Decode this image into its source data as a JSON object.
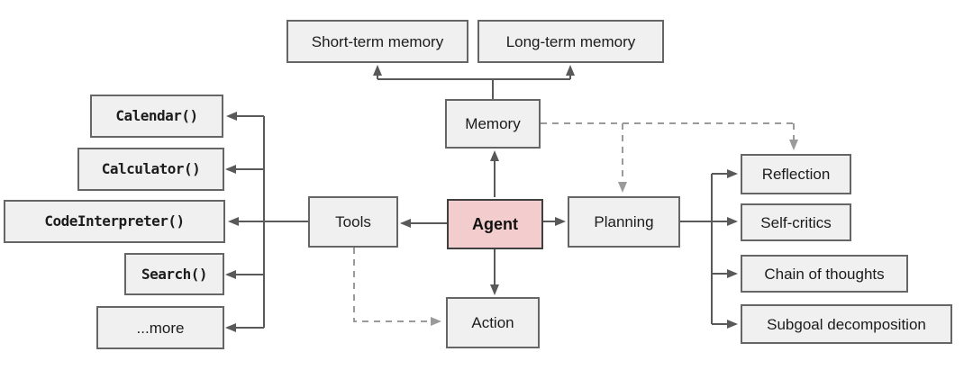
{
  "diagram": {
    "type": "flowchart",
    "background": "#ffffff",
    "colors": {
      "box_fill": "#f0f0f0",
      "box_border": "#666666",
      "agent_fill": "#f3cdcd",
      "agent_border": "#404040",
      "solid_line": "#595959",
      "dashed_line": "#9a9a9a",
      "text": "#1c1c1c"
    },
    "nodes": {
      "short_term_memory": {
        "label": "Short-term memory"
      },
      "long_term_memory": {
        "label": "Long-term memory"
      },
      "memory": {
        "label": "Memory"
      },
      "agent": {
        "label": "Agent"
      },
      "tools": {
        "label": "Tools"
      },
      "planning": {
        "label": "Planning"
      },
      "action": {
        "label": "Action"
      },
      "calendar": {
        "label": "Calendar()"
      },
      "calculator": {
        "label": "Calculator()"
      },
      "code_interpreter": {
        "label": "CodeInterpreter()"
      },
      "search": {
        "label": "Search()"
      },
      "more": {
        "label": "...more"
      },
      "reflection": {
        "label": "Reflection"
      },
      "self_critics": {
        "label": "Self-critics"
      },
      "chain_of_thoughts": {
        "label": "Chain of thoughts"
      },
      "subgoal_decomposition": {
        "label": "Subgoal decomposition"
      }
    },
    "edges": [
      {
        "from": "memory",
        "to": "short_term_memory",
        "style": "solid"
      },
      {
        "from": "memory",
        "to": "long_term_memory",
        "style": "solid"
      },
      {
        "from": "agent",
        "to": "memory",
        "style": "solid"
      },
      {
        "from": "agent",
        "to": "tools",
        "style": "solid"
      },
      {
        "from": "agent",
        "to": "planning",
        "style": "solid"
      },
      {
        "from": "agent",
        "to": "action",
        "style": "solid"
      },
      {
        "from": "tools",
        "to": "calendar",
        "style": "solid"
      },
      {
        "from": "tools",
        "to": "calculator",
        "style": "solid"
      },
      {
        "from": "tools",
        "to": "code_interpreter",
        "style": "solid"
      },
      {
        "from": "tools",
        "to": "search",
        "style": "solid"
      },
      {
        "from": "tools",
        "to": "more",
        "style": "solid"
      },
      {
        "from": "planning",
        "to": "reflection",
        "style": "solid"
      },
      {
        "from": "planning",
        "to": "self_critics",
        "style": "solid"
      },
      {
        "from": "planning",
        "to": "chain_of_thoughts",
        "style": "solid"
      },
      {
        "from": "planning",
        "to": "subgoal_decomposition",
        "style": "solid"
      },
      {
        "from": "memory",
        "to": "planning",
        "style": "dashed"
      },
      {
        "from": "memory",
        "to": "reflection",
        "style": "dashed"
      },
      {
        "from": "tools",
        "to": "action",
        "style": "dashed"
      }
    ]
  }
}
